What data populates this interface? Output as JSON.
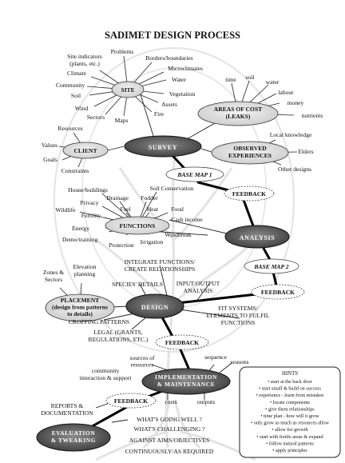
{
  "title": "SADIMET DESIGN PROCESS",
  "site": {
    "label": "SITE",
    "spokes": [
      "Site indicators\n(plants, etc.)",
      "Problems",
      "Borders/boundaries",
      "Microclimates",
      "Water",
      "Vegetation",
      "Assets",
      "Fire",
      "Maps",
      "Sectors",
      "Wind",
      "Soil",
      "Community",
      "Climate"
    ]
  },
  "areas_of_cost": {
    "label": "AREAS OF COST\n(LEAKS)",
    "spokes": [
      "time",
      "soil",
      "water",
      "labour",
      "money",
      "nutrients"
    ]
  },
  "client": {
    "label": "CLIENT",
    "spokes": [
      "Resources",
      "Values",
      "Goals",
      "Constraints"
    ]
  },
  "observed": {
    "label": "OBSERVED\nEXPERIENCES",
    "spokes": [
      "Local knowledge",
      "Elders",
      "Other designs"
    ]
  },
  "survey": "SURVEY",
  "base_map_1": "BASE MAP 1",
  "feedback": "FEEDBACK",
  "functions": {
    "label": "FUNCTIONS",
    "spokes": [
      "House/buildings",
      "Soil Conservation",
      "Drainage",
      "Fodder",
      "Privacy",
      "Wildlife",
      "Fuel",
      "Heat",
      "Food",
      "Fertility",
      "Energy",
      "Cash income",
      "Demo/training",
      "Protection",
      "Irrigation",
      "Windbreak"
    ]
  },
  "analysis": "ANALYSIS",
  "base_map_2": "BASE MAP 2",
  "integrate": "INTEGRATE FUNCTIONS/\nCREATE RELATIONSHIPS",
  "placement": {
    "label": "PLACEMENT\n(design from patterns\nto details)",
    "spokes": [
      "Zones &\nSectors",
      "Elevation\nplanning"
    ]
  },
  "species_details": "SPECIES' DETAILS",
  "input_output": "INPUT/OUTPUT\nANALYSIS",
  "design": "DESIGN",
  "fit_systems": "FIT SYSTEMS/\nELEMENTS TO FULFIL\nFUNCTIONS",
  "cropping": "CROPPING PATTERNS",
  "legal": "LEGAL (GRANTS,\nREGULATIONS, ETC.)",
  "sources": "sources of\nresources",
  "sequence": "sequence",
  "seasons": "seasons",
  "community_interaction": "community\ninteraction & support",
  "implementation": "IMPLEMENTATION\n& MAINTENANCE",
  "costs": "costs",
  "outputs": "outputs",
  "reports": "REPORTS &\nDOCUMENTATION",
  "whats_going": "WHAT'S GOING WELL ?\nWHAT'S CHALLENGING ?",
  "against": "AGAINST AIMS/OBJECTIVES",
  "continuously": "CONTINUOUSLY/AS REQUIRED",
  "evaluation": "EVALUATION\n& TWEAKING",
  "hints": {
    "title": "HINTS",
    "items": [
      "• start at the back door",
      "• start small & build on success",
      "• experience - learn from mistakes",
      "• locate components",
      "• give them relationships",
      "• time plan - how will it grow",
      "• only grow as much as resources allow",
      "• allow for growth",
      "• start with fertile areas & expand",
      "• follow natural patterns",
      "• apply principles"
    ]
  }
}
